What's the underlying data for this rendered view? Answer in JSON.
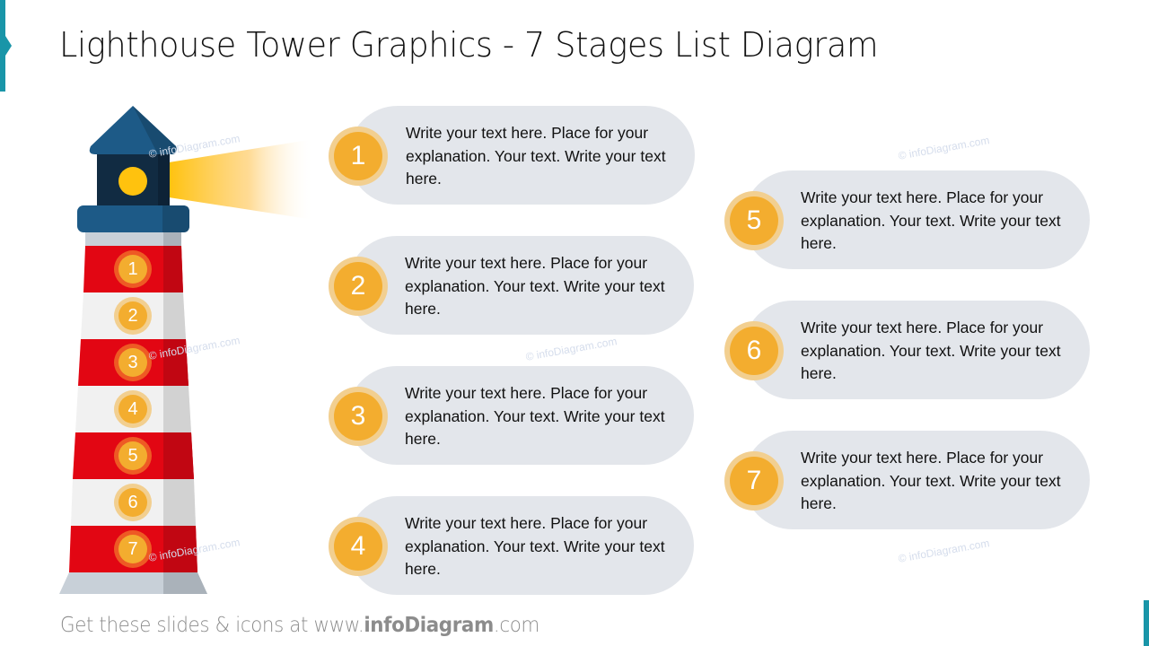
{
  "slide": {
    "title": "Lighthouse Tower Graphics - 7 Stages List Diagram",
    "accent_color": "#1995a8"
  },
  "lighthouse": {
    "colors": {
      "roof": "#1d5a87",
      "roof_shade": "#184b70",
      "lantern_room": "#112b42",
      "lantern_shade": "#0d2236",
      "light": "#ffc20e",
      "gallery": "#1d5a87",
      "red_stripe": "#e20613",
      "red_shade": "#c10612",
      "white_stripe": "#f1f1f1",
      "white_shade": "#d2d2d2",
      "base": "#c8d0d8",
      "base_shade": "#aab2ba"
    },
    "stage_markers": [
      "1",
      "2",
      "3",
      "4",
      "5",
      "6",
      "7"
    ]
  },
  "stages": [
    {
      "number": "1",
      "text": "Write your text here. Place for your explanation. Your text. Write your text here."
    },
    {
      "number": "2",
      "text": "Write your text here. Place for your explanation. Your text. Write your text here."
    },
    {
      "number": "3",
      "text": "Write your text here. Place for your explanation. Your text. Write your text here."
    },
    {
      "number": "4",
      "text": "Write your text here. Place for your explanation. Your text. Write your text here."
    },
    {
      "number": "5",
      "text": "Write your text here. Place for your explanation. Your text. Write your text here."
    },
    {
      "number": "6",
      "text": "Write your text here. Place for your explanation. Your text. Write your text here."
    },
    {
      "number": "7",
      "text": "Write your text here. Place for your explanation. Your text. Write your text here."
    }
  ],
  "watermark": "© infoDiagram.com",
  "footer": {
    "prefix": "Get these slides & icons at www.",
    "brand": "infoDiagram",
    "suffix": ".com"
  }
}
